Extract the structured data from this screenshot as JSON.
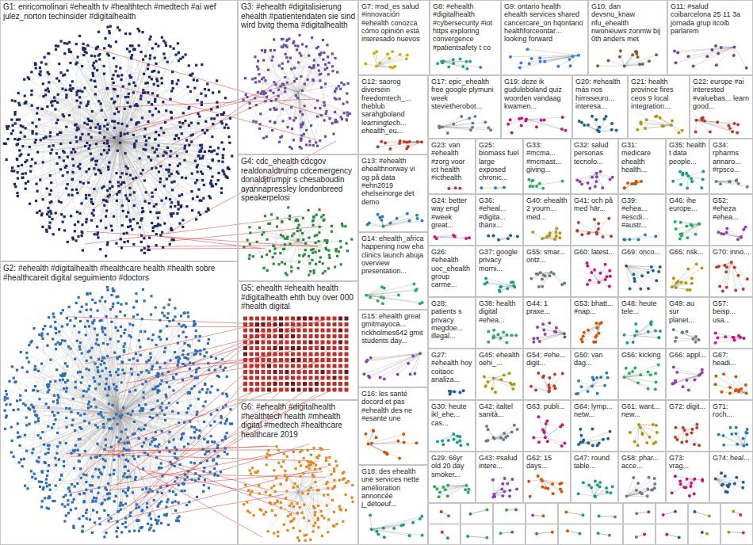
{
  "diagram": {
    "nodes": [
      {
        "text": [
          "G1: enricomolinari #ehealth tv #healthtech #medtech #ai wef julez_norton techinsider #digitalhealth"
        ]
      },
      {
        "text": [
          "G2: #ehealth #digitalhealth #healthcare health #health sobre #healthcareit digital seguimiento #doctors"
        ]
      },
      {
        "text": [
          "G3: #ehealth #digitalisierung ehealth #patientendaten sie sind wird bvitg thema #digitalhealth"
        ]
      },
      {
        "text": [
          "G4: cdc_ehealth cdcgov realdonaldtrump cdcemergency donaldjtrumpjr s chesaboudin ayannapressley londonbreed speakerpelosi"
        ]
      },
      {
        "text": [
          "G5: ehealth #ehealth health #digitalhealth ehth buy over 000 #health digital"
        ]
      },
      {
        "text": [
          "G6: #ehealth #digitalhealth #healthtech health #mhealth digital #medtech #healthcare healthcare 2019"
        ]
      },
      {
        "text": [
          "G7: msd_es salud #innovación #ehealth conozca cómo opinión está interesado nuevos"
        ]
      },
      {
        "text": [
          "G8: #ehealth #digitalhealth #cybersecurity #iot https exploring convergence #patientsafety t co"
        ]
      },
      {
        "text": [
          "G9: ontario health ehealth services shared cancercare_on hqontario healthforceontar... looking forward"
        ]
      },
      {
        "text": [
          "G10: dan devsnu_knaw nfu_ehealth nwonieuws zonmw bij 0th anders met"
        ]
      },
      {
        "text": [
          "G11: #salud coibarcelona 25 11 3a jornada grup itcoib parlarem"
        ]
      },
      {
        "text": [
          "G12: saorog diversein freedomtech_... theblub sarahgboland learningtech... ehealth_eu..."
        ]
      },
      {
        "text": [
          "G13: #ehealth ehealthnorway vi og på data #ehn2019 ehelseinorge det demo"
        ]
      },
      {
        "text": [
          "G14: ehealth_africa happening now eha clinics launch abuja overview presentation..."
        ]
      },
      {
        "text": [
          "G15: ehealth great gmitmayoca... rickholmes642 gmit students day..."
        ]
      },
      {
        "text": [
          "G16: les santé docord et pas #ehealth des ne #esante une"
        ]
      },
      {
        "text": [
          "G18: des ehealth une services nette amélioration annoncée j_detoeuf..."
        ]
      },
      {
        "text": [
          "G17: epic_ehealth free google plymuni week stevietherobot..."
        ]
      },
      {
        "text": [
          "G19: deze ik guduleboland quiz woorden vandaag kwamen..."
        ]
      },
      {
        "text": [
          "G20: #ehealth más nos himsseuro... interesa..."
        ]
      },
      {
        "text": [
          "G21: health province fires ceos 9 local integration..."
        ]
      },
      {
        "text": [
          "G22: europe #ai interested #valuebas... learn good..."
        ]
      },
      {
        "text": [
          "G23: van #ehealth #zorg voor ict health #icthealth"
        ]
      },
      {
        "text": [
          "G25: biomass fuel large exposed chronic..."
        ]
      },
      {
        "text": [
          "G33: #mcma... #mcmast... giving..."
        ]
      },
      {
        "text": [
          "G32: salud personas tecnolo..."
        ]
      },
      {
        "text": [
          "G31: medicare ehealth health..."
        ]
      },
      {
        "text": [
          "G35: health t data people..."
        ]
      },
      {
        "text": [
          "G34: rpharms annaro... #rpsco..."
        ]
      },
      {
        "text": [
          "G24: better way engl #week great..."
        ]
      },
      {
        "text": [
          "G36: #eheal... #digita... thanx..."
        ]
      },
      {
        "text": [
          "G40: ehealth 2 yourn... med..."
        ]
      },
      {
        "text": [
          "G41: och på med här..."
        ]
      },
      {
        "text": [
          "G39: #ehea... #escdi... #austr..."
        ]
      },
      {
        "text": [
          "G46: ihe europe..."
        ]
      },
      {
        "text": [
          "G52: #eheza #ehea..."
        ]
      },
      {
        "text": [
          "G26: #ehealth uoc_ehealth group carme..."
        ]
      },
      {
        "text": [
          "G37: google privacy morni..."
        ]
      },
      {
        "text": [
          "G55: smar... ontz..."
        ]
      },
      {
        "text": [
          "G60: latest..."
        ]
      },
      {
        "text": [
          "G69: onco..."
        ]
      },
      {
        "text": [
          "G65: risk..."
        ]
      },
      {
        "text": [
          "G70: inno..."
        ]
      },
      {
        "text": [
          "G28: patients s privacy megdoe... illegal..."
        ]
      },
      {
        "text": [
          "G38: health digital #ehea..."
        ]
      },
      {
        "text": [
          "G44: 1 praxe..."
        ]
      },
      {
        "text": [
          "G53: bhatt... #nap..."
        ]
      },
      {
        "text": [
          "G48: heute tele..."
        ]
      },
      {
        "text": [
          "G49: au sur planet..."
        ]
      },
      {
        "text": [
          "G57: beisp... usa..."
        ]
      },
      {
        "text": [
          "G27: #ehealth hoy coitaoc analiza..."
        ]
      },
      {
        "text": [
          "G45: ehealth oehi_..."
        ]
      },
      {
        "text": [
          "G54: #ehe... digit..."
        ]
      },
      {
        "text": [
          "G50: van dag..."
        ]
      },
      {
        "text": [
          "G56: kicking"
        ]
      },
      {
        "text": [
          "G66: appl..."
        ]
      },
      {
        "text": [
          "G67: headi..."
        ]
      },
      {
        "text": [
          "G30: heute ikl_ehe... cas..."
        ]
      },
      {
        "text": [
          "G42: italtel sanità..."
        ]
      },
      {
        "text": [
          "G63: publi..."
        ]
      },
      {
        "text": [
          "G64: lymp... netw..."
        ]
      },
      {
        "text": [
          "G61: want... new..."
        ]
      },
      {
        "text": [
          "G72: digit..."
        ]
      },
      {
        "text": [
          "G71: roch..."
        ]
      },
      {
        "text": [
          "G29: 66yr old 20 day smoker..."
        ]
      },
      {
        "text": [
          "G43: #salud intere..."
        ]
      },
      {
        "text": [
          "G62: 15 days..."
        ]
      },
      {
        "text": [
          "G47: round table..."
        ]
      },
      {
        "text": [
          "G58: phar... acce..."
        ]
      },
      {
        "text": [
          "G73: vrag..."
        ]
      },
      {
        "text": [
          "G74: heal..."
        ]
      }
    ]
  }
}
